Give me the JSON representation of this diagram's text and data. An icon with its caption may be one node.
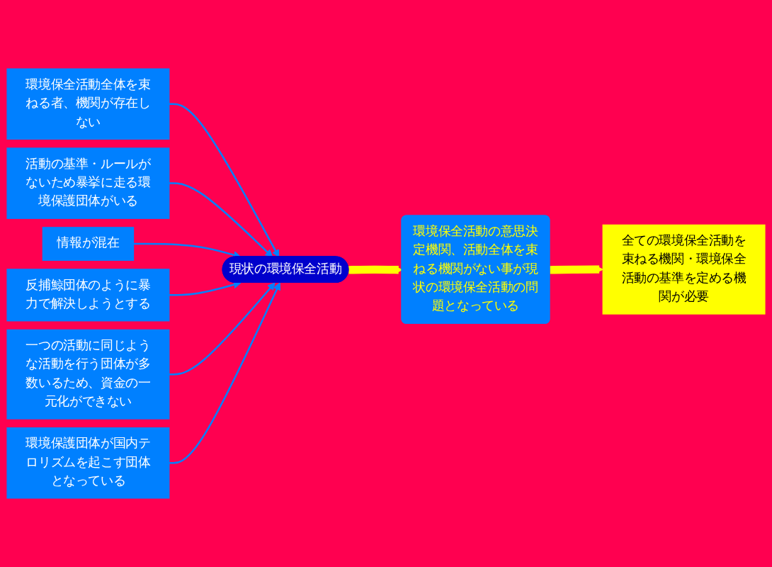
{
  "diagram": {
    "nodes": [
      {
        "text": [
          "環境保全活動全体を束ねる者、機関が存在しない"
        ]
      },
      {
        "text": [
          "活動の基準・ルールがないため暴挙に走る環境保護団体がいる"
        ]
      },
      {
        "text": [
          "情報が混在"
        ]
      },
      {
        "text": [
          "現状の環境保全活動"
        ]
      },
      {
        "text": [
          "反捕鯨団体のように暴力で解決しようとする"
        ]
      },
      {
        "text": [
          "一つの活動に同じような活動を行う団体が多数いるため、資金の一元化ができない"
        ]
      },
      {
        "text": [
          "環境保護団体が国内テロリズムを起こす団体となっている"
        ]
      },
      {
        "text": [
          "環境保全活動の意思決定機関、活動全体を束ねる機関がない事が現状の環境保全活動の問題となっている"
        ]
      },
      {
        "text": [
          "全ての環境保全活動を束ねる機関・環境保全活動の基準を定める機関が必要"
        ]
      }
    ],
    "edges": [
      {
        "from": 0,
        "to": 3,
        "arrow": "to"
      },
      {
        "from": 1,
        "to": 3,
        "arrow": "to"
      },
      {
        "from": 2,
        "to": 3,
        "arrow": "to"
      },
      {
        "from": 4,
        "to": 3,
        "arrow": "to"
      },
      {
        "from": 5,
        "to": 3,
        "arrow": "to"
      },
      {
        "from": 6,
        "to": 3,
        "arrow": "to"
      },
      {
        "from": 3,
        "to": 7,
        "arrow": "to",
        "style": "thick",
        "color": "#ffff00"
      },
      {
        "from": 7,
        "to": 8,
        "arrow": "to",
        "style": "thick",
        "color": "#ffff00"
      }
    ]
  }
}
